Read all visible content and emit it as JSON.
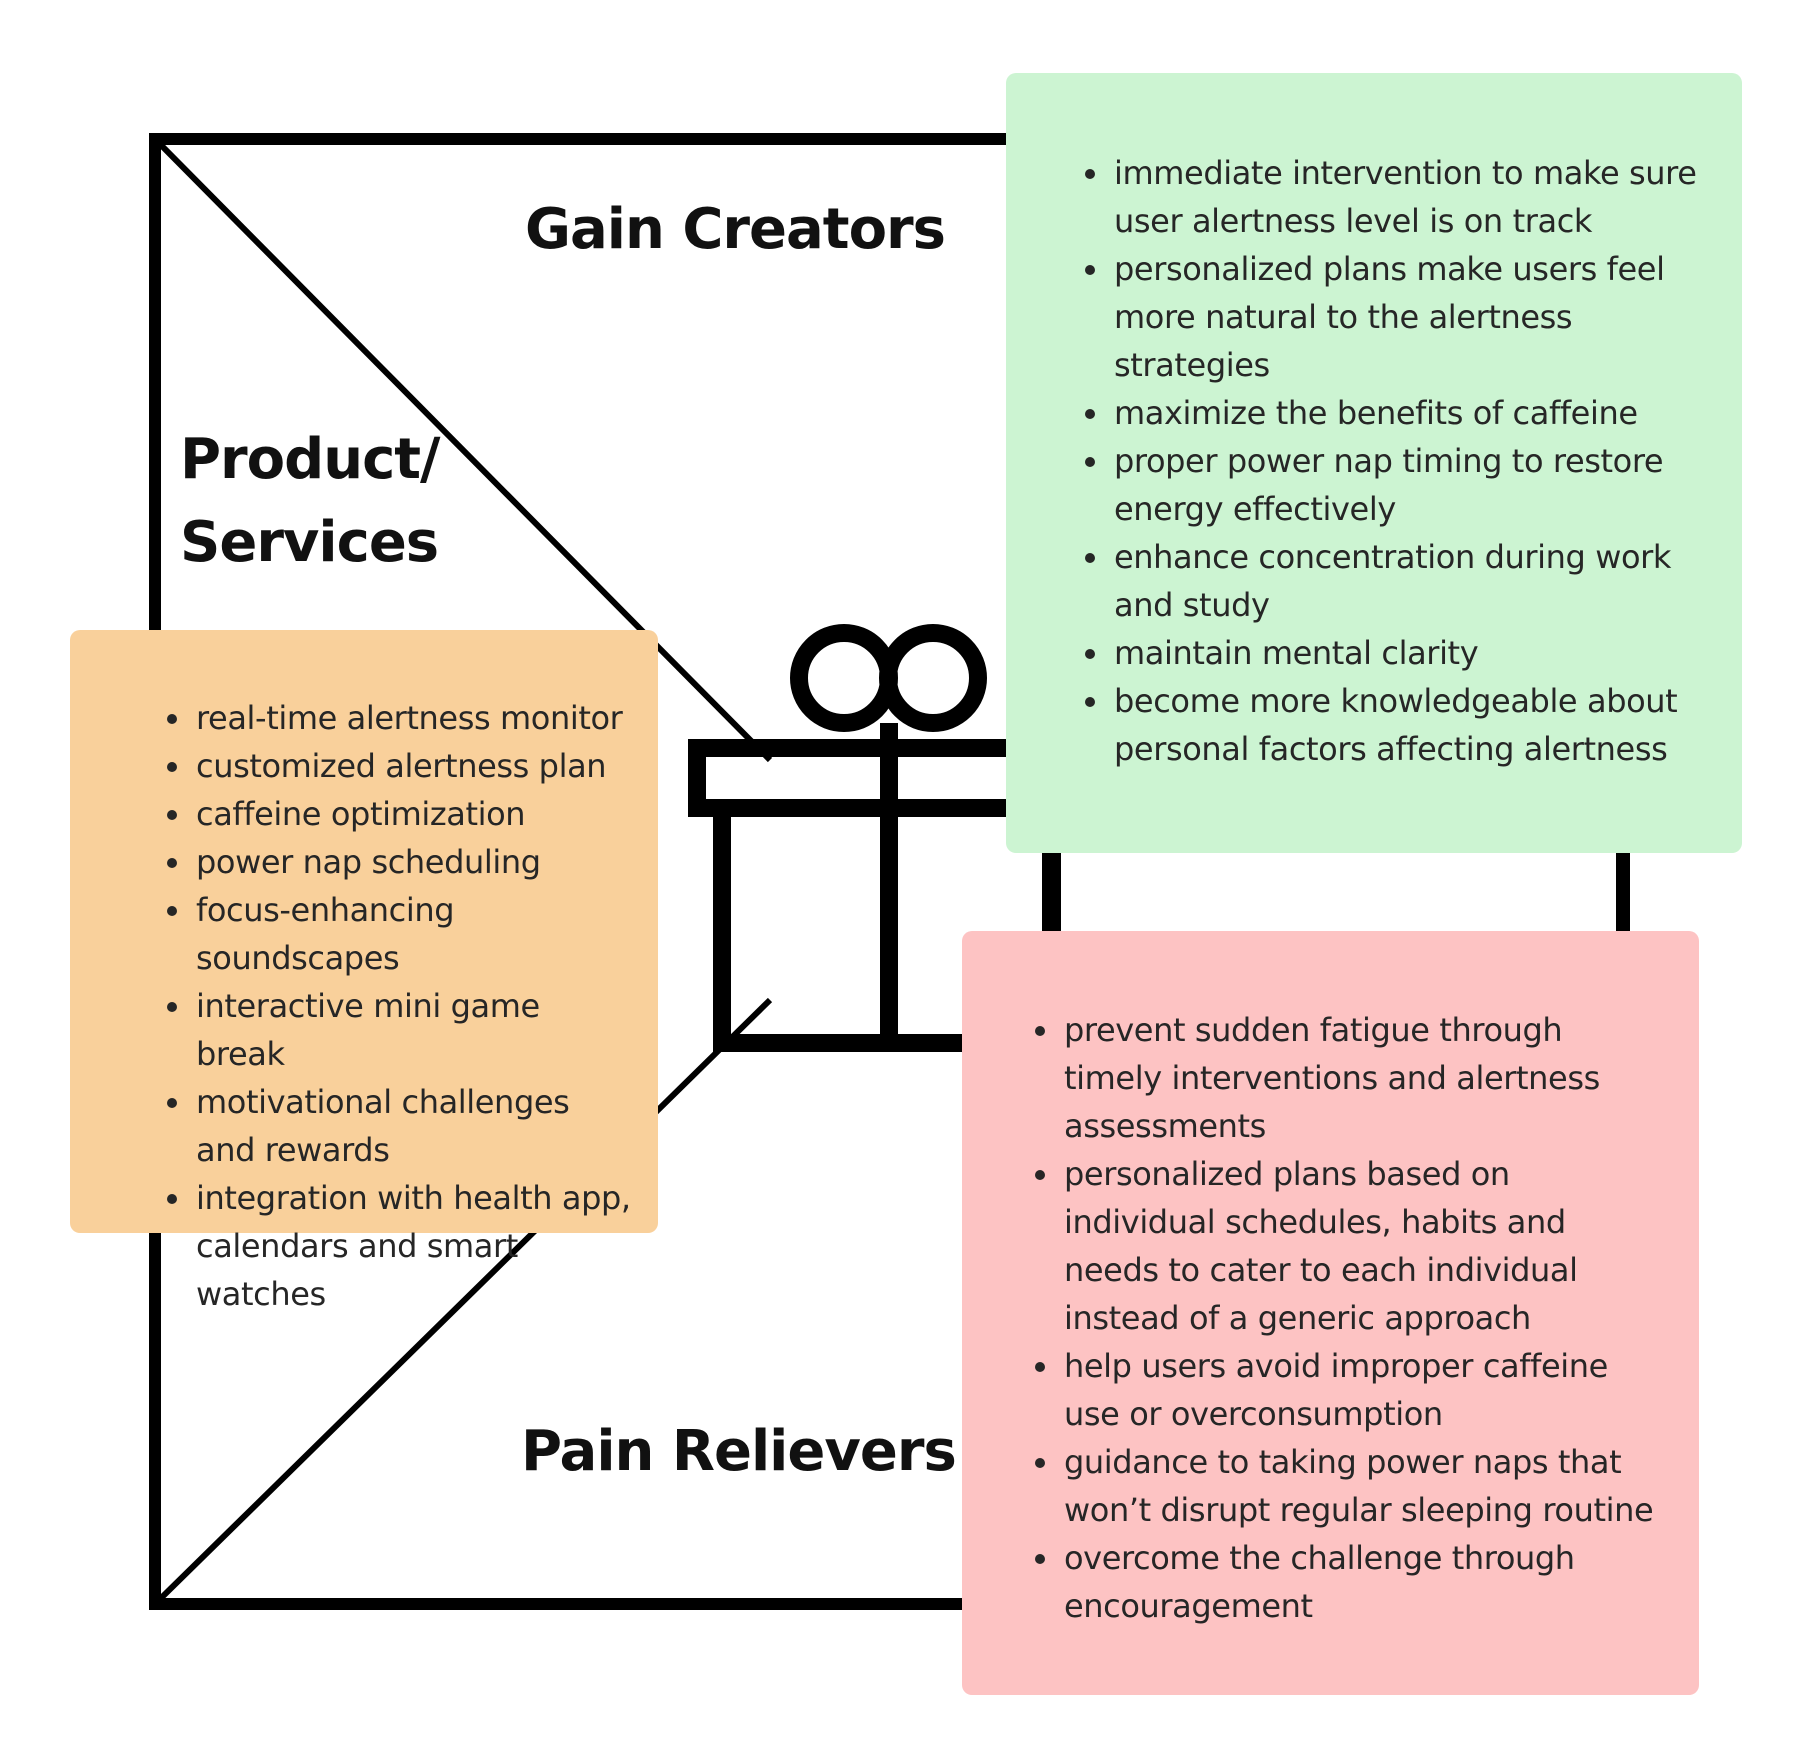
{
  "colors": {
    "gain_note": "#ccf4d2",
    "product_note": "#f9d09b",
    "pain_note": "#fdc3c3",
    "line": "#000000"
  },
  "labels": {
    "gain_creators": "Gain Creators",
    "product_services_line1": "Product/",
    "product_services_line2": "Services",
    "pain_relievers": "Pain Relievers"
  },
  "icons": {
    "center": "gift-icon"
  },
  "gain_creators": {
    "items": [
      "immediate intervention to make sure user alertness level is on track",
      "personalized plans make users feel more natural to the alertness strategies",
      "maximize the benefits of caffeine",
      "proper power nap timing to restore energy effectively",
      "enhance concentration during work and study",
      "maintain mental clarity",
      "become more knowledgeable about personal factors affecting alertness"
    ]
  },
  "products_services": {
    "items": [
      "real-time alertness monitor",
      "customized alertness plan",
      "caffeine optimization",
      "power nap scheduling",
      "focus-enhancing soundscapes",
      "interactive mini game break",
      "motivational challenges and rewards",
      "integration with health app, calendars and smart watches"
    ]
  },
  "pain_relievers": {
    "items": [
      "prevent sudden fatigue through timely interventions and alertness assessments",
      "personalized plans based on individual schedules, habits and needs to cater to each individual instead of a generic approach",
      "help users avoid improper caffeine use or overconsumption",
      "guidance to taking power naps that won’t disrupt regular sleeping routine",
      "overcome the challenge through encouragement"
    ]
  }
}
